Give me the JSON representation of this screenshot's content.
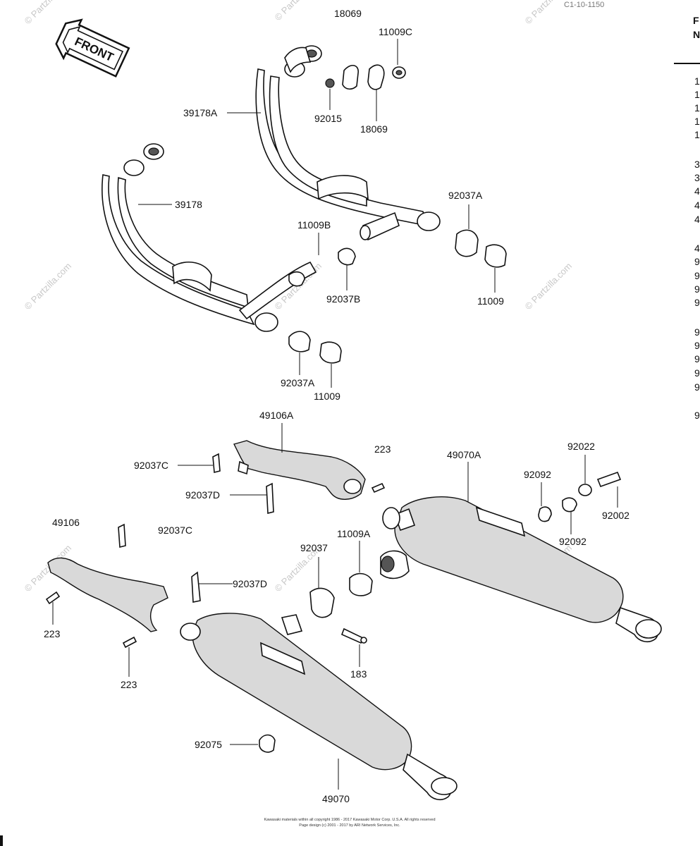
{
  "diagram_code": "C1-10-1150",
  "front_label": "FRONT",
  "watermark": "© Partzilla.com",
  "labels": {
    "p18069_top": "18069",
    "p11009C": "11009C",
    "p39178A": "39178A",
    "p92015": "92015",
    "p18069_mid": "18069",
    "p39178": "39178",
    "p92037A_right": "92037A",
    "p11009B": "11009B",
    "p92037B": "92037B",
    "p11009_right": "11009",
    "p92037A_left": "92037A",
    "p11009_left": "11009",
    "p49106A": "49106A",
    "p223_mid": "223",
    "p49070A": "49070A",
    "p92022": "92022",
    "p92037C_a": "92037C",
    "p92092_a": "92092",
    "p92002": "92002",
    "p92037D_a": "92037D",
    "p92092_b": "92092",
    "p49106": "49106",
    "p92037C_b": "92037C",
    "p11009A": "11009A",
    "p92037": "92037",
    "p92037D_b": "92037D",
    "p223_left": "223",
    "p183": "183",
    "p223_bottom": "223",
    "p92075": "92075",
    "p49070": "49070"
  },
  "side_index": [
    "1",
    "1",
    "1",
    "1",
    "1",
    "3",
    "3",
    "4",
    "4",
    "4",
    "4",
    "9",
    "9",
    "9",
    "9",
    "9",
    "9",
    "9",
    "9",
    "9",
    "9"
  ],
  "side_header": [
    "F",
    "N"
  ],
  "footer": {
    "line1": "Kawasaki materials within all copyright 1986 - 2017 Kawasaki Motor Corp. U.S.A. All rights reserved",
    "line2": "Page design (c) 2001 - 2017 by ARI Network Services, Inc."
  }
}
